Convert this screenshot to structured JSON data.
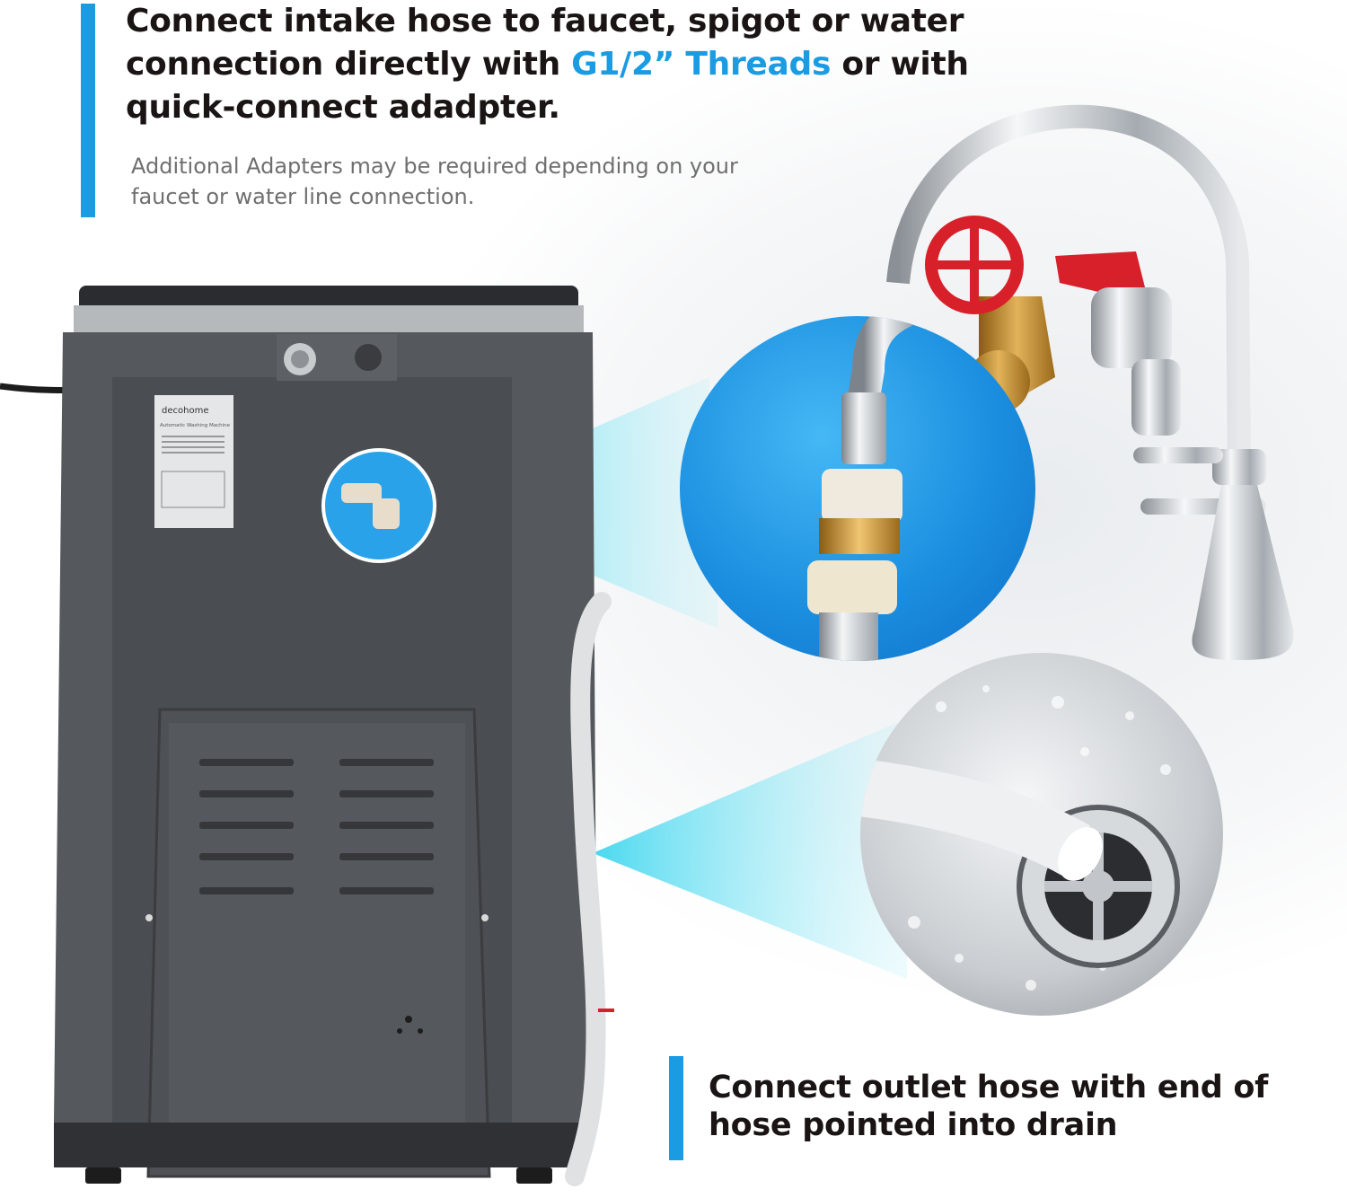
{
  "header": {
    "headline_part1": "Connect intake hose to faucet, spigot or water connection directly with ",
    "headline_highlight": "G1/2” Threads",
    "headline_part2": " or with quick-connect adadpter.",
    "subtext": "Additional Adapters may be required depending on your faucet or water line connection."
  },
  "footer": {
    "caption": "Connect outlet hose with end of hose pointed into drain"
  },
  "washer": {
    "brand": "decohome",
    "label_title": "Automatic Washing Machine"
  },
  "colors": {
    "accent": "#1a9be2",
    "text": "#1a1414",
    "subtext": "#6f6f6f",
    "washer_body": "#4a4d51",
    "valve_red": "#d8202a"
  }
}
